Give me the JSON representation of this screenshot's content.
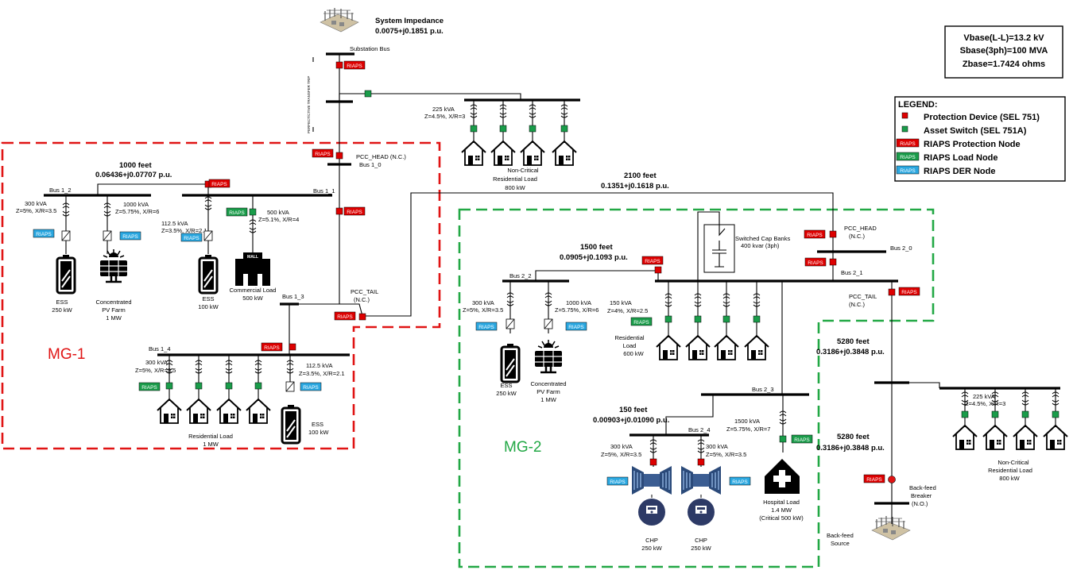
{
  "base": {
    "vbase": "Vbase(L-L)=13.2 kV",
    "sbase": "Sbase(3ph)=100 MVA",
    "zbase": "Zbase=1.7424 ohms"
  },
  "legend": {
    "title": "LEGEND:",
    "items": [
      "Protection Device (SEL 751)",
      "Asset Switch (SEL 751A)",
      "RIAPS Protection Node",
      "RIAPS Load Node",
      "RIAPS DER Node"
    ],
    "colors": {
      "protection": "#dd0000",
      "switch": "#1a9c4a",
      "der": "#2aa7e0",
      "mg1": "#e01414",
      "mg2": "#22a845"
    }
  },
  "tag": "RIAPS",
  "source": {
    "title": "System Impedance",
    "impedance": "0.0075+j0.1851 p.u.",
    "bus": "Substation Bus",
    "transfer": "PERFECT/CTIVE TRANSFER TRIP"
  },
  "pcc1": {
    "head": "PCC_HEAD (N.C.)",
    "bus": "Bus 1_0",
    "tail": "PCC_TAIL",
    "tail_state": "(N.C.)"
  },
  "nc_load": {
    "xfmr": "225 kVA",
    "z": "Z=4.5%, X/R=3",
    "name": "Non-Critical",
    "name2": "Residential Load",
    "kw": "800 kW"
  },
  "line1": {
    "length": "1000 feet",
    "z": "0.06436+j0.07707 p.u."
  },
  "mg1": {
    "label": "MG-1",
    "bus11": "Bus 1_1",
    "bus12": "Bus 1_2",
    "bus13": "Bus 1_3",
    "bus14": "Bus 1_4",
    "x300": "300 kVA",
    "x300z": "Z=5%, X/R=3.5",
    "x1000": "1000 kVA",
    "x1000z": "Z=5.75%, X/R=6",
    "x112": "112.5 kVA",
    "x112z": "Z=3.5%, X/R=2.1",
    "x500": "500 kVA",
    "x500z": "Z=5.1%, X/R=4",
    "ess250": "ESS",
    "ess250kw": "250 kW",
    "pv": "Concentrated",
    "pv2": "PV Farm",
    "pvmw": "1 MW",
    "ess100": "ESS",
    "ess100kw": "100 kW",
    "comm": "Commercial Load",
    "commkw": "500 kW",
    "mall": "MALL",
    "b4x300": "300 kVA",
    "b4x300z": "Z=5%, X/R=3.5",
    "b4x112": "112.5 kVA",
    "b4x112z": "Z=3.5%, X/R=2.1",
    "res": "Residential Load",
    "resmw": "1 MW",
    "b4ess": "ESS",
    "b4esskw": "100 kW"
  },
  "line2100": {
    "length": "2100 feet",
    "z": "0.1351+j0.1618 p.u."
  },
  "mg2": {
    "label": "MG-2",
    "cap": "Switched Cap Banks",
    "cap2": "400 kvar (3ph)",
    "head": "PCC_HEAD",
    "head_state": "(N.C.)",
    "bus20": "Bus 2_0",
    "bus21": "Bus 2_1",
    "bus22": "Bus 2_2",
    "bus23": "Bus 2_3",
    "bus24": "Bus 2_4",
    "tail": "PCC_TAIL",
    "tail_state": "(N.C.)",
    "line1500": "1500 feet",
    "line1500z": "0.0905+j0.1093 p.u.",
    "x300": "300 kVA",
    "x300z": "Z=5%, X/R=3.5",
    "x1000": "1000 kVA",
    "x1000z": "Z=5.75%, X/R=6",
    "x150": "150 kVA",
    "x150z": "Z=4%, X/R=2.5",
    "res": "Residential",
    "res2": "Load",
    "reskw": "600 kW",
    "ess": "ESS",
    "esskw": "250 kW",
    "pv": "Concentrated",
    "pv2": "PV Farm",
    "pvmw": "1 MW",
    "line150": "150 feet",
    "line150z": "0.00903+j0.01090 p.u.",
    "c1x": "300 kVA",
    "c1xz": "Z=5%, X/R=3.5",
    "c2x": "300 kVA",
    "c2xz": "Z=5%, X/R=3.5",
    "h_x": "1500 kVA",
    "h_xz": "Z=5.75%, X/R=7",
    "chp1": "CHP",
    "chp1kw": "250 kW",
    "chp2": "CHP",
    "chp2kw": "250 kW",
    "hosp": "Hospital Load",
    "hospmw": "1.4 MW",
    "hospcrit": "(Critical 500 kW)"
  },
  "right": {
    "l5280a": "5280 feet",
    "l5280az": "0.3186+j0.3848 p.u.",
    "l5280b": "5280 feet",
    "l5280bz": "0.3186+j0.3848 p.u.",
    "x225": "225 kVA",
    "x225z": "Z=4.5%, X/R=3",
    "nc": "Non-Critical",
    "nc2": "Residential Load",
    "nckw": "800 kW",
    "bf": "Back-feed",
    "bf2": "Breaker",
    "bf3": "(N.O.)",
    "bfs": "Back-feed",
    "bfs2": "Source"
  }
}
